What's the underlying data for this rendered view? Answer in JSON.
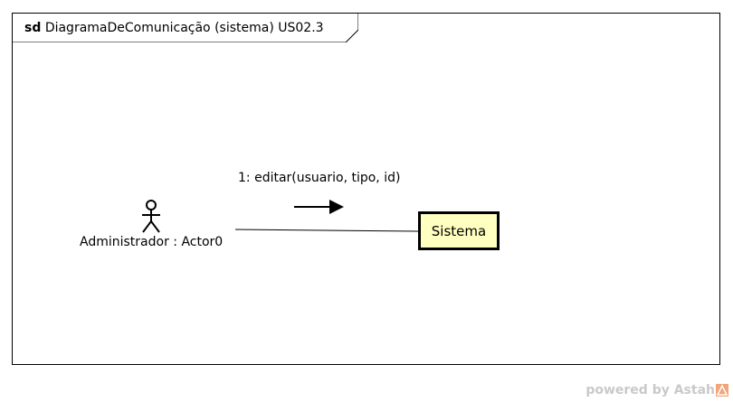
{
  "frame": {
    "keyword": "sd",
    "name": "DiagramaDeComunicação (sistema) US02.3"
  },
  "actor": {
    "label": "Administrador : Actor0"
  },
  "message": {
    "label": "1: editar(usuario, tipo, id)"
  },
  "lifeline": {
    "label": "Sistema",
    "fill_color": "#ffffc0"
  },
  "watermark": {
    "text": "powered by Astah",
    "color": "#c9c9c9",
    "logo_icon": "astah-logo-icon"
  }
}
